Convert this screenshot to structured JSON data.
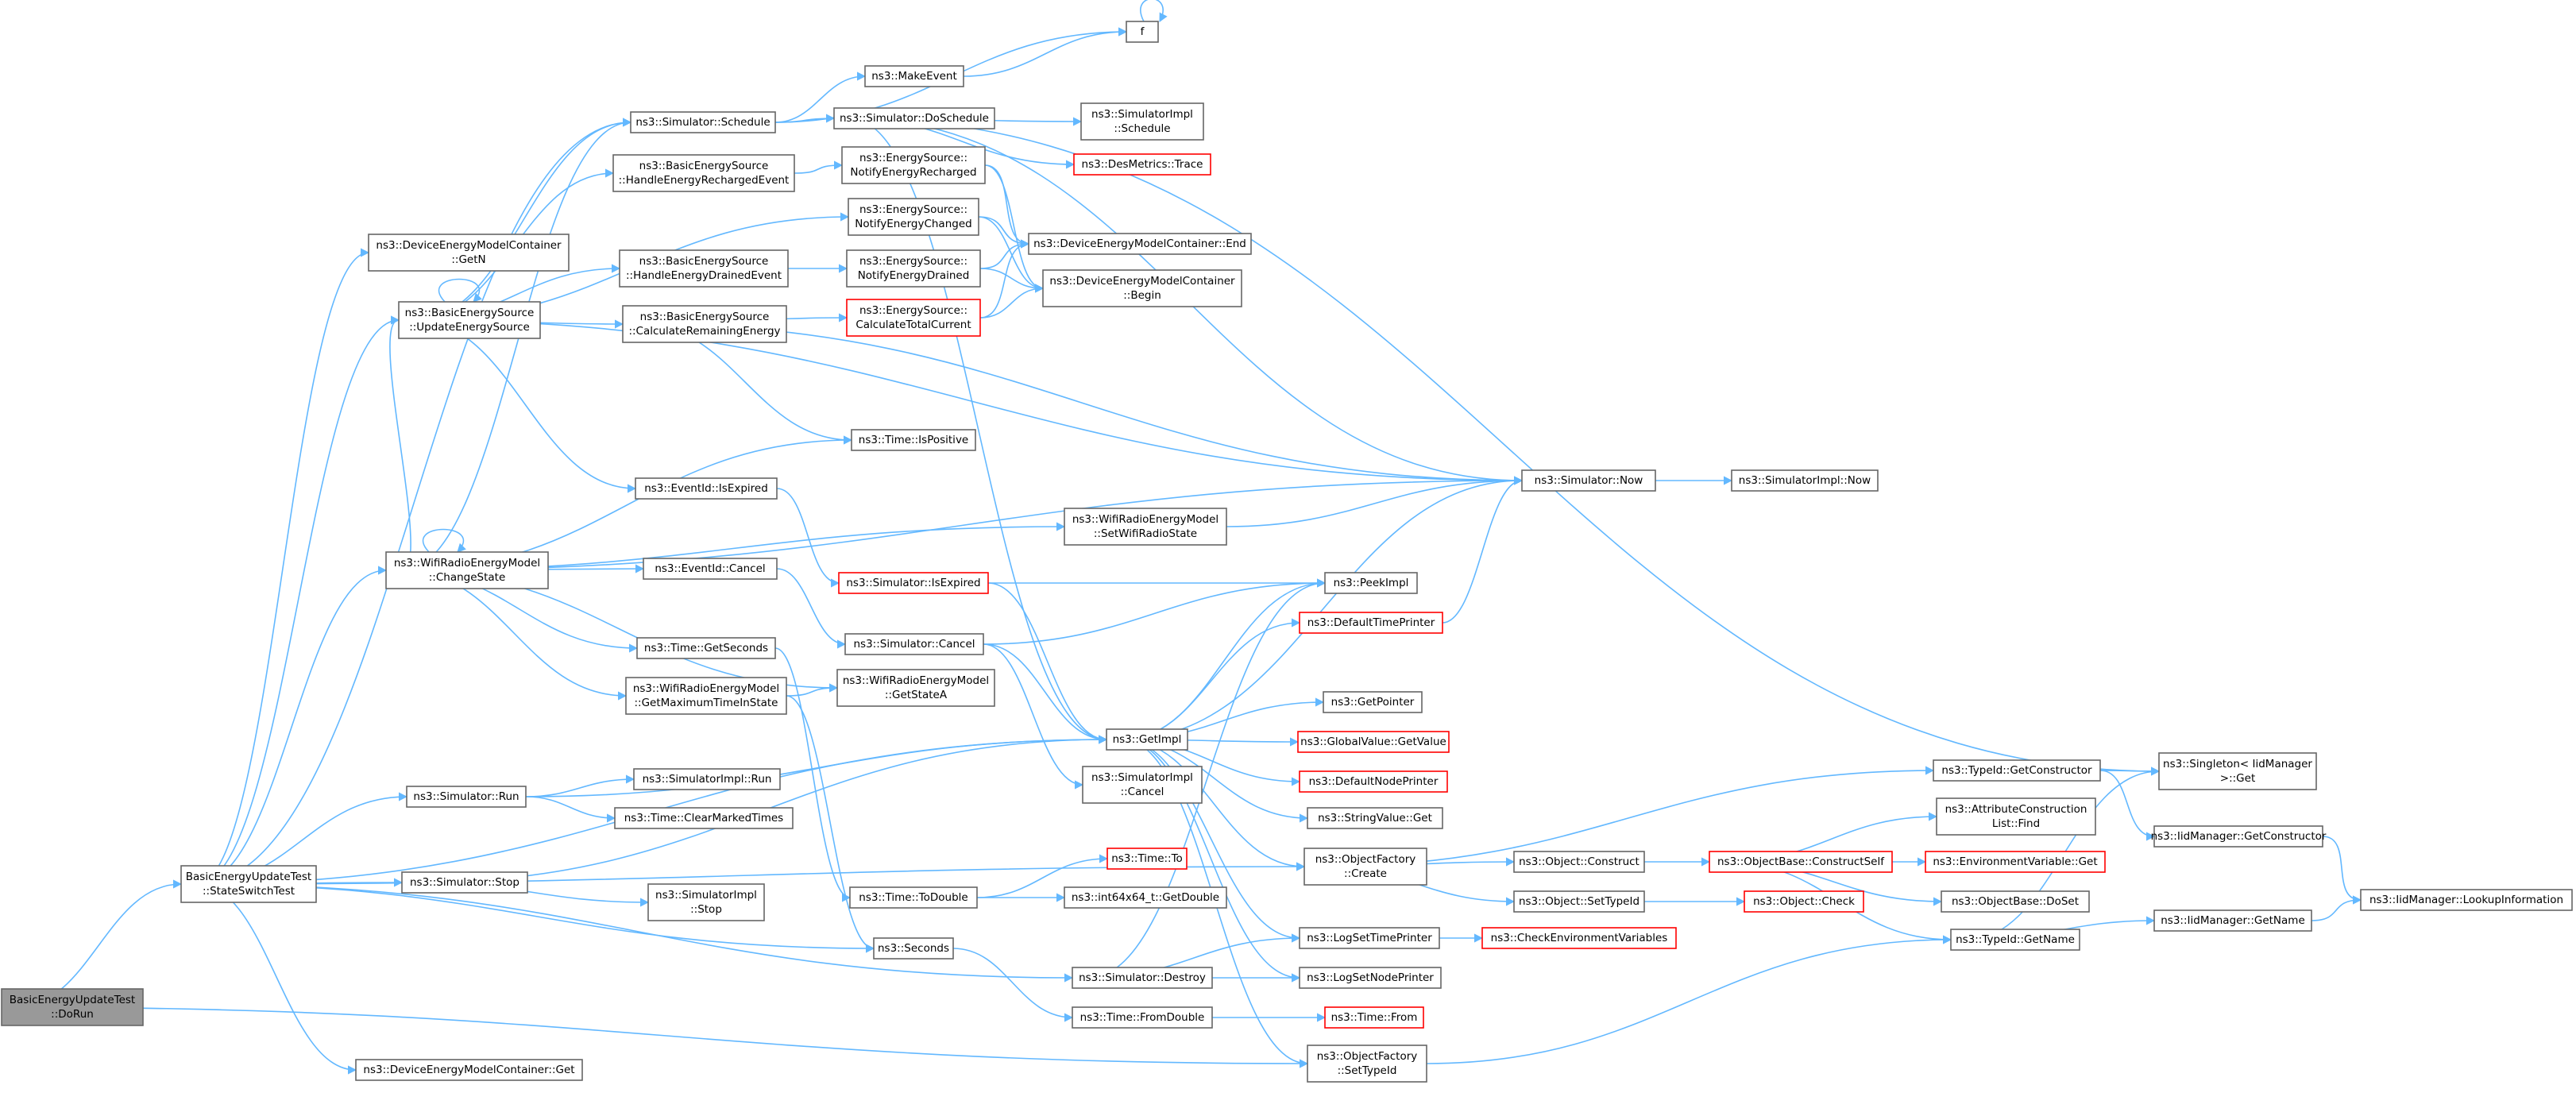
{
  "colors": {
    "edge": "#63b8ff",
    "normal_border": "#666666",
    "truncated_border": "#ff0000",
    "root_fill": "#999999",
    "normal_fill": "#ffffff",
    "text": "#000000"
  },
  "nodes": {
    "dorun": {
      "lines": [
        "BasicEnergyUpdateTest",
        "::DoRun"
      ],
      "style": "root"
    },
    "stateswitch": {
      "lines": [
        "BasicEnergyUpdateTest",
        "::StateSwitchTest"
      ],
      "style": "normal"
    },
    "getN": {
      "lines": [
        "ns3::DeviceEnergyModelContainer",
        "::GetN"
      ],
      "style": "normal"
    },
    "updateEnergy": {
      "lines": [
        "ns3::BasicEnergySource",
        "::UpdateEnergySource"
      ],
      "style": "normal"
    },
    "changeState": {
      "lines": [
        "ns3::WifiRadioEnergyModel",
        "::ChangeState"
      ],
      "style": "normal"
    },
    "simRun": {
      "lines": [
        "ns3::Simulator::Run"
      ],
      "style": "normal"
    },
    "simStop": {
      "lines": [
        "ns3::Simulator::Stop"
      ],
      "style": "normal"
    },
    "demcGet": {
      "lines": [
        "ns3::DeviceEnergyModelContainer::Get"
      ],
      "style": "normal"
    },
    "schedule": {
      "lines": [
        "ns3::Simulator::Schedule"
      ],
      "style": "normal"
    },
    "handleRecharged": {
      "lines": [
        "ns3::BasicEnergySource",
        "::HandleEnergyRechargedEvent"
      ],
      "style": "normal"
    },
    "handleDrained": {
      "lines": [
        "ns3::BasicEnergySource",
        "::HandleEnergyDrainedEvent"
      ],
      "style": "normal"
    },
    "calcRemaining": {
      "lines": [
        "ns3::BasicEnergySource",
        "::CalculateRemainingEnergy"
      ],
      "style": "normal"
    },
    "isExpired": {
      "lines": [
        "ns3::EventId::IsExpired"
      ],
      "style": "normal"
    },
    "eventCancel": {
      "lines": [
        "ns3::EventId::Cancel"
      ],
      "style": "normal"
    },
    "getSeconds": {
      "lines": [
        "ns3::Time::GetSeconds"
      ],
      "style": "normal"
    },
    "getMaxTime": {
      "lines": [
        "ns3::WifiRadioEnergyModel",
        "::GetMaximumTimeInState"
      ],
      "style": "normal"
    },
    "implRun": {
      "lines": [
        "ns3::SimulatorImpl::Run"
      ],
      "style": "normal"
    },
    "clearMarked": {
      "lines": [
        "ns3::Time::ClearMarkedTimes"
      ],
      "style": "normal"
    },
    "implStop": {
      "lines": [
        "ns3::SimulatorImpl",
        "::Stop"
      ],
      "style": "normal"
    },
    "makeEvent": {
      "lines": [
        "ns3::MakeEvent"
      ],
      "style": "normal"
    },
    "doSchedule": {
      "lines": [
        "ns3::Simulator::DoSchedule"
      ],
      "style": "normal"
    },
    "notifyRecharged": {
      "lines": [
        "ns3::EnergySource::",
        "NotifyEnergyRecharged"
      ],
      "style": "normal"
    },
    "notifyChanged": {
      "lines": [
        "ns3::EnergySource::",
        "NotifyEnergyChanged"
      ],
      "style": "normal"
    },
    "notifyDrained": {
      "lines": [
        "ns3::EnergySource::",
        "NotifyEnergyDrained"
      ],
      "style": "normal"
    },
    "calcTotal": {
      "lines": [
        "ns3::EnergySource::",
        "CalculateTotalCurrent"
      ],
      "style": "truncated"
    },
    "isPositive": {
      "lines": [
        "ns3::Time::IsPositive"
      ],
      "style": "normal"
    },
    "simIsExpired": {
      "lines": [
        "ns3::Simulator::IsExpired"
      ],
      "style": "truncated"
    },
    "simCancel": {
      "lines": [
        "ns3::Simulator::Cancel"
      ],
      "style": "normal"
    },
    "setWifi": {
      "lines": [
        "ns3::WifiRadioEnergyModel",
        "::SetWifiRadioState"
      ],
      "style": "normal"
    },
    "getStateA": {
      "lines": [
        "ns3::WifiRadioEnergyModel",
        "::GetStateA"
      ],
      "style": "normal"
    },
    "getImpl": {
      "lines": [
        "ns3::GetImpl"
      ],
      "style": "normal"
    },
    "toDouble": {
      "lines": [
        "ns3::Time::ToDouble"
      ],
      "style": "normal"
    },
    "seconds": {
      "lines": [
        "ns3::Seconds"
      ],
      "style": "normal"
    },
    "simDestroy": {
      "lines": [
        "ns3::Simulator::Destroy"
      ],
      "style": "normal"
    },
    "fromDouble": {
      "lines": [
        "ns3::Time::FromDouble"
      ],
      "style": "normal"
    },
    "f": {
      "lines": [
        "f"
      ],
      "style": "normal"
    },
    "implSchedule": {
      "lines": [
        "ns3::SimulatorImpl",
        "::Schedule"
      ],
      "style": "normal"
    },
    "desTrace": {
      "lines": [
        "ns3::DesMetrics::Trace"
      ],
      "style": "truncated"
    },
    "demcEnd": {
      "lines": [
        "ns3::DeviceEnergyModelContainer::End"
      ],
      "style": "normal"
    },
    "demcBegin": {
      "lines": [
        "ns3::DeviceEnergyModelContainer",
        "::Begin"
      ],
      "style": "normal"
    },
    "implCancel": {
      "lines": [
        "ns3::SimulatorImpl",
        "::Cancel"
      ],
      "style": "normal"
    },
    "timeTo": {
      "lines": [
        "ns3::Time::To"
      ],
      "style": "truncated"
    },
    "int64GetDouble": {
      "lines": [
        "ns3::int64x64_t::GetDouble"
      ],
      "style": "normal"
    },
    "timeFrom": {
      "lines": [
        "ns3::Time::From"
      ],
      "style": "truncated"
    },
    "simNow": {
      "lines": [
        "ns3::Simulator::Now"
      ],
      "style": "normal"
    },
    "peekImpl": {
      "lines": [
        "ns3::PeekImpl"
      ],
      "style": "normal"
    },
    "defaultTime": {
      "lines": [
        "ns3::DefaultTimePrinter"
      ],
      "style": "truncated"
    },
    "getPointer": {
      "lines": [
        "ns3::GetPointer"
      ],
      "style": "normal"
    },
    "globalGetValue": {
      "lines": [
        "ns3::GlobalValue::GetValue"
      ],
      "style": "truncated"
    },
    "defaultNode": {
      "lines": [
        "ns3::DefaultNodePrinter"
      ],
      "style": "truncated"
    },
    "stringGet": {
      "lines": [
        "ns3::StringValue::Get"
      ],
      "style": "normal"
    },
    "ofCreate": {
      "lines": [
        "ns3::ObjectFactory",
        "::Create"
      ],
      "style": "normal"
    },
    "logSetTime": {
      "lines": [
        "ns3::LogSetTimePrinter"
      ],
      "style": "normal"
    },
    "logSetNode": {
      "lines": [
        "ns3::LogSetNodePrinter"
      ],
      "style": "normal"
    },
    "ofSetTypeId": {
      "lines": [
        "ns3::ObjectFactory",
        "::SetTypeId"
      ],
      "style": "normal"
    },
    "implNow": {
      "lines": [
        "ns3::SimulatorImpl::Now"
      ],
      "style": "normal"
    },
    "objConstruct": {
      "lines": [
        "ns3::Object::Construct"
      ],
      "style": "normal"
    },
    "objSetTypeId": {
      "lines": [
        "ns3::Object::SetTypeId"
      ],
      "style": "normal"
    },
    "checkEnv": {
      "lines": [
        "ns3::CheckEnvironmentVariables"
      ],
      "style": "truncated"
    },
    "constructSelf": {
      "lines": [
        "ns3::ObjectBase::ConstructSelf"
      ],
      "style": "truncated"
    },
    "objCheck": {
      "lines": [
        "ns3::Object::Check"
      ],
      "style": "truncated"
    },
    "typeGetCtor": {
      "lines": [
        "ns3::TypeId::GetConstructor"
      ],
      "style": "normal"
    },
    "acFind": {
      "lines": [
        "ns3::AttributeConstruction",
        "List::Find"
      ],
      "style": "normal"
    },
    "envGet": {
      "lines": [
        "ns3::EnvironmentVariable::Get"
      ],
      "style": "truncated"
    },
    "doSet": {
      "lines": [
        "ns3::ObjectBase::DoSet"
      ],
      "style": "normal"
    },
    "typeGetName": {
      "lines": [
        "ns3::TypeId::GetName"
      ],
      "style": "normal"
    },
    "singletonGet": {
      "lines": [
        "ns3::Singleton< IidManager",
        " >::Get"
      ],
      "style": "normal"
    },
    "iidGetCtor": {
      "lines": [
        "ns3::IidManager::GetConstructor"
      ],
      "style": "normal"
    },
    "iidGetName": {
      "lines": [
        "ns3::IidManager::GetName"
      ],
      "style": "normal"
    },
    "iidLookup": {
      "lines": [
        "ns3::IidManager::LookupInformation"
      ],
      "style": "normal"
    }
  }
}
